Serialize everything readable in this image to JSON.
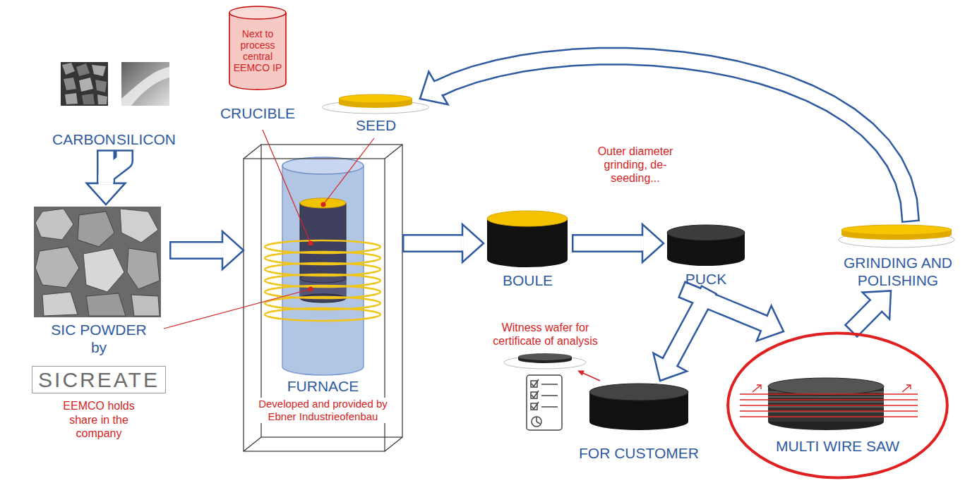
{
  "diagram": {
    "nodes": [
      {
        "text": [
          "CARBON"
        ]
      },
      {
        "text": [
          "SILICON"
        ]
      },
      {
        "text": [
          "SIC POWDER by",
          "SICREATE",
          "EEMCO holds share in the company"
        ]
      },
      {
        "text": [
          "Next to process central EEMCO IP",
          "CRUCIBLE"
        ]
      },
      {
        "text": [
          "SEED"
        ]
      },
      {
        "text": [
          "FURNACE",
          "Developed and provided by Ebner Industrieofenbau"
        ]
      },
      {
        "text": [
          "BOULE"
        ]
      },
      {
        "text": [
          "PUCK"
        ]
      },
      {
        "text": [
          "GRINDING AND POLISHING"
        ]
      },
      {
        "text": [
          "Witness wafer for certificate of analysis"
        ]
      },
      {
        "text": [
          "FOR CUSTOMER"
        ]
      },
      {
        "text": [
          "MULTI WIRE SAW"
        ]
      }
    ],
    "edges": [
      {
        "from": 0,
        "to": 2,
        "arrow": "to"
      },
      {
        "from": 1,
        "to": 2,
        "arrow": "to"
      },
      {
        "from": 2,
        "to": 5,
        "arrow": "to"
      },
      {
        "from": 5,
        "to": 6,
        "arrow": "to"
      },
      {
        "from": 6,
        "to": 7,
        "arrow": "to",
        "label": "Outer diameter grinding, de-seeding..."
      },
      {
        "from": 7,
        "to": 10,
        "arrow": "to"
      },
      {
        "from": 7,
        "to": 11,
        "arrow": "to"
      },
      {
        "from": 11,
        "to": 8,
        "arrow": "to"
      },
      {
        "from": 8,
        "to": 4,
        "arrow": "to"
      },
      {
        "from": 10,
        "to": 9,
        "arrow": "to"
      }
    ]
  }
}
